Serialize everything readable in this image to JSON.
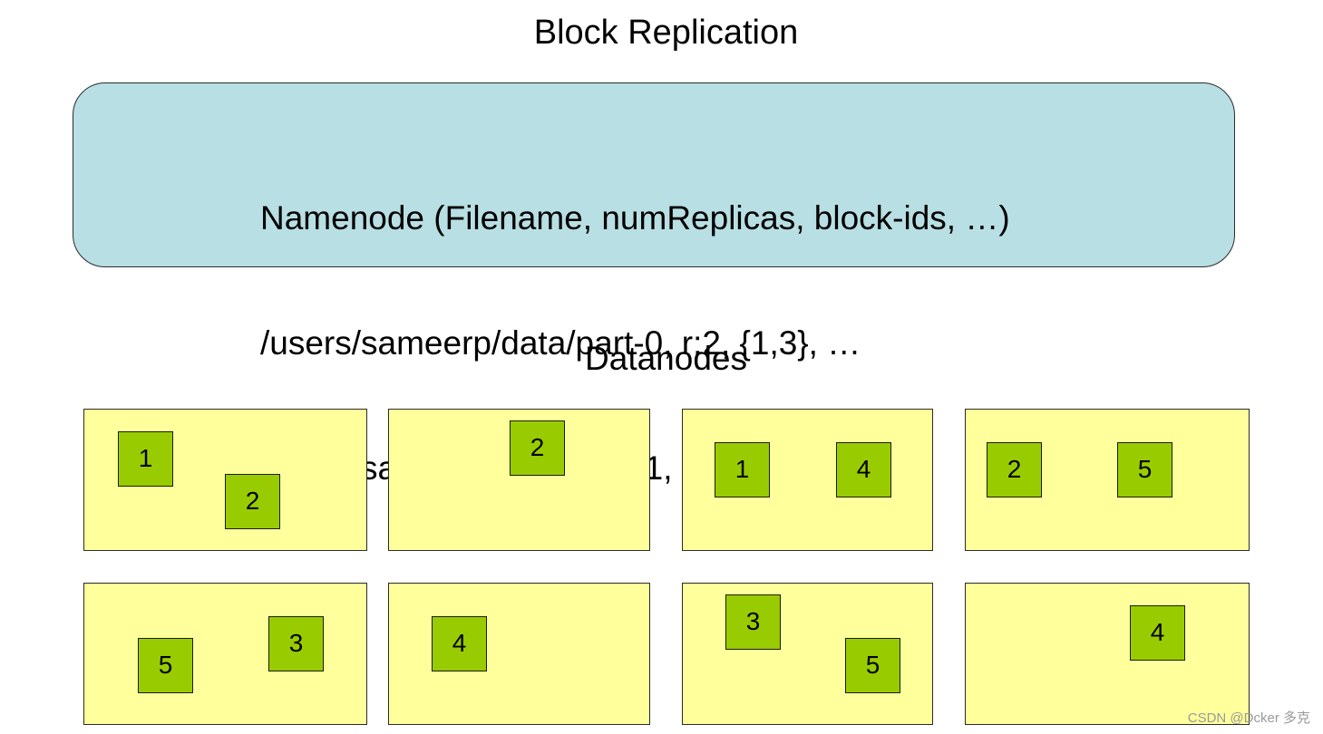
{
  "title": "Block Replication",
  "namenode": {
    "lines": [
      "Namenode (Filename, numReplicas, block-ids, …)",
      "/users/sameerp/data/part-0, r:2, {1,3}, …",
      "/users/sameerp/data/part-1, r:3, {2,4,5}, …"
    ]
  },
  "datanodes_label": "Datanodes",
  "datanodes": [
    {
      "blocks": [
        "1",
        "2"
      ]
    },
    {
      "blocks": [
        "2"
      ]
    },
    {
      "blocks": [
        "1",
        "4"
      ]
    },
    {
      "blocks": [
        "2",
        "5"
      ]
    },
    {
      "blocks": [
        "5",
        "3"
      ]
    },
    {
      "blocks": [
        "4"
      ]
    },
    {
      "blocks": [
        "3",
        "5"
      ]
    },
    {
      "blocks": [
        "4"
      ]
    }
  ],
  "colors": {
    "namenode_fill": "#b8dfe3",
    "datanode_fill": "#ffff9c",
    "block_fill": "#99cc00"
  },
  "watermark": "CSDN @Dcker 多克"
}
